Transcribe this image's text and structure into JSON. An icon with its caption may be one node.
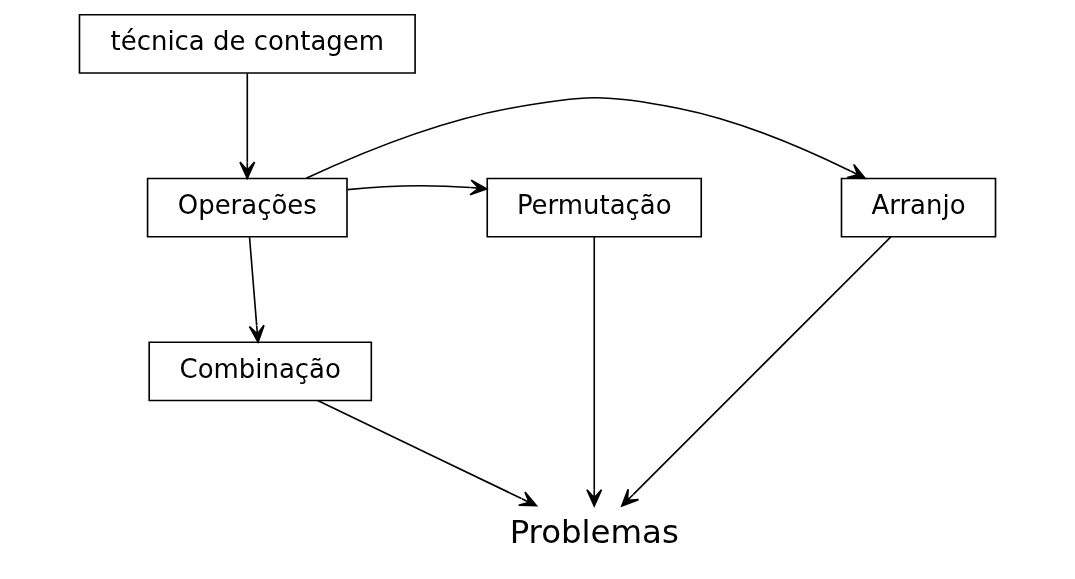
{
  "diagram": {
    "nodes": [
      {
        "text": [
          "técnica de contagem"
        ]
      },
      {
        "text": [
          "Arranjo"
        ]
      },
      {
        "text": [
          "Operações"
        ]
      },
      {
        "text": [
          "Permutação"
        ]
      },
      {
        "text": [
          "Combinação"
        ]
      },
      {
        "text": [
          "Problemas"
        ]
      }
    ],
    "edges": [
      {
        "from": 0,
        "to": 2,
        "arrow": "to"
      },
      {
        "from": 2,
        "to": 1,
        "arrow": "to"
      },
      {
        "from": 2,
        "to": 3,
        "arrow": "to"
      },
      {
        "from": 2,
        "to": 4,
        "arrow": "to"
      },
      {
        "from": 1,
        "to": 5,
        "arrow": "to"
      },
      {
        "from": 4,
        "to": 5,
        "arrow": "to"
      },
      {
        "from": 3,
        "to": 5,
        "arrow": "to"
      }
    ]
  }
}
